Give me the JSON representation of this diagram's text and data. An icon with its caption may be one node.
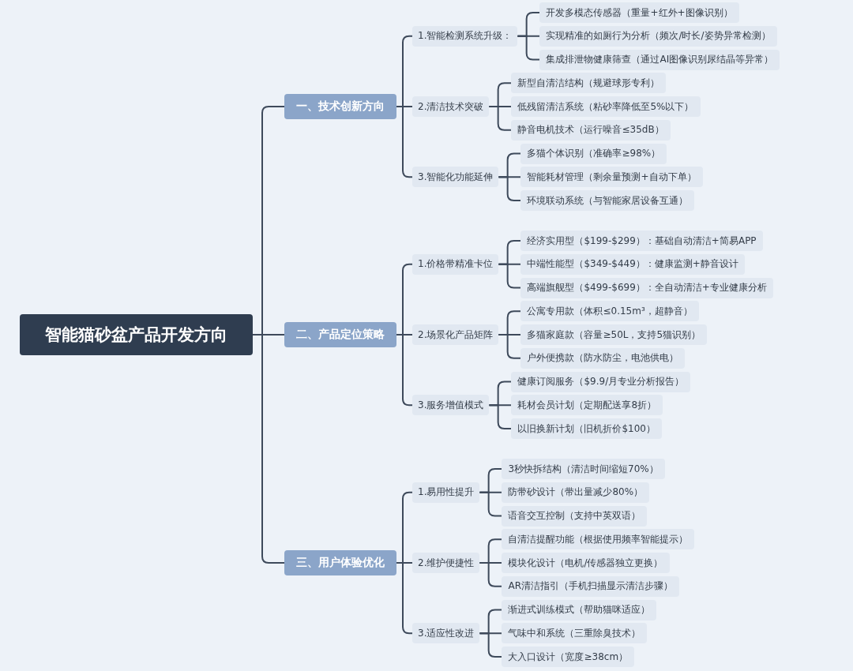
{
  "diagram": {
    "nodes": [
      {
        "text": [
          "智能猫砂盆产品开发方向"
        ]
      },
      {
        "text": [
          "一、技术创新方向"
        ]
      },
      {
        "text": [
          "1.智能检测系统升级："
        ]
      },
      {
        "text": [
          "开发多模态传感器（重量+红外+图像识别）"
        ]
      },
      {
        "text": [
          "实现精准的如厕行为分析（频次/时长/姿势异常检测）"
        ]
      },
      {
        "text": [
          "集成排泄物健康筛查（通过AI图像识别尿结晶等异常）"
        ]
      },
      {
        "text": [
          "2.清洁技术突破"
        ]
      },
      {
        "text": [
          "新型自清洁结构（规避球形专利）"
        ]
      },
      {
        "text": [
          "低残留清洁系统（粘砂率降低至5%以下）"
        ]
      },
      {
        "text": [
          "静音电机技术（运行噪音≤35dB）"
        ]
      },
      {
        "text": [
          "3.智能化功能延伸"
        ]
      },
      {
        "text": [
          "多猫个体识别（准确率≥98%）"
        ]
      },
      {
        "text": [
          "智能耗材管理（剩余量预测+自动下单）"
        ]
      },
      {
        "text": [
          "环境联动系统（与智能家居设备互通）"
        ]
      },
      {
        "text": [
          "二、产品定位策略"
        ]
      },
      {
        "text": [
          "1.价格带精准卡位"
        ]
      },
      {
        "text": [
          "经济实用型（$199-$299）：基础自动清洁+简易APP"
        ]
      },
      {
        "text": [
          "中端性能型（$349-$449）：健康监测+静音设计"
        ]
      },
      {
        "text": [
          "高端旗舰型（$499-$699）：全自动清洁+专业健康分析"
        ]
      },
      {
        "text": [
          "2.场景化产品矩阵"
        ]
      },
      {
        "text": [
          "公寓专用款（体积≤0.15m³，超静音）"
        ]
      },
      {
        "text": [
          "多猫家庭款（容量≥50L，支持5猫识别）"
        ]
      },
      {
        "text": [
          "户外便携款（防水防尘，电池供电）"
        ]
      },
      {
        "text": [
          "3.服务增值模式"
        ]
      },
      {
        "text": [
          "健康订阅服务（$9.9/月专业分析报告）"
        ]
      },
      {
        "text": [
          "耗材会员计划（定期配送享8折）"
        ]
      },
      {
        "text": [
          "以旧换新计划（旧机折价$100）"
        ]
      },
      {
        "text": [
          "三、用户体验优化"
        ]
      },
      {
        "text": [
          "1.易用性提升"
        ]
      },
      {
        "text": [
          "3秒快拆结构（清洁时间缩短70%）"
        ]
      },
      {
        "text": [
          "防带砂设计（带出量减少80%）"
        ]
      },
      {
        "text": [
          "语音交互控制（支持中英双语）"
        ]
      },
      {
        "text": [
          "2.维护便捷性"
        ]
      },
      {
        "text": [
          "自清洁提醒功能（根据使用频率智能提示）"
        ]
      },
      {
        "text": [
          "模块化设计（电机/传感器独立更换）"
        ]
      },
      {
        "text": [
          "AR清洁指引（手机扫描显示清洁步骤）"
        ]
      },
      {
        "text": [
          "3.适应性改进"
        ]
      },
      {
        "text": [
          "渐进式训练模式（帮助猫咪适应）"
        ]
      },
      {
        "text": [
          "气味中和系统（三重除臭技术）"
        ]
      },
      {
        "text": [
          "大入口设计（宽度≥38cm）"
        ]
      }
    ],
    "edges": [
      {
        "from": 0,
        "to": 1,
        "arrow": "none"
      },
      {
        "from": 0,
        "to": 14,
        "arrow": "none"
      },
      {
        "from": 0,
        "to": 27,
        "arrow": "none"
      },
      {
        "from": 1,
        "to": 2,
        "arrow": "none"
      },
      {
        "from": 1,
        "to": 6,
        "arrow": "none"
      },
      {
        "from": 1,
        "to": 10,
        "arrow": "none"
      },
      {
        "from": 2,
        "to": 3,
        "arrow": "none"
      },
      {
        "from": 2,
        "to": 4,
        "arrow": "none"
      },
      {
        "from": 2,
        "to": 5,
        "arrow": "none"
      },
      {
        "from": 6,
        "to": 7,
        "arrow": "none"
      },
      {
        "from": 6,
        "to": 8,
        "arrow": "none"
      },
      {
        "from": 6,
        "to": 9,
        "arrow": "none"
      },
      {
        "from": 10,
        "to": 11,
        "arrow": "none"
      },
      {
        "from": 10,
        "to": 12,
        "arrow": "none"
      },
      {
        "from": 10,
        "to": 13,
        "arrow": "none"
      },
      {
        "from": 14,
        "to": 15,
        "arrow": "none"
      },
      {
        "from": 14,
        "to": 19,
        "arrow": "none"
      },
      {
        "from": 14,
        "to": 23,
        "arrow": "none"
      },
      {
        "from": 15,
        "to": 16,
        "arrow": "none"
      },
      {
        "from": 15,
        "to": 17,
        "arrow": "none"
      },
      {
        "from": 15,
        "to": 18,
        "arrow": "none"
      },
      {
        "from": 19,
        "to": 20,
        "arrow": "none"
      },
      {
        "from": 19,
        "to": 21,
        "arrow": "none"
      },
      {
        "from": 19,
        "to": 22,
        "arrow": "none"
      },
      {
        "from": 23,
        "to": 24,
        "arrow": "none"
      },
      {
        "from": 23,
        "to": 25,
        "arrow": "none"
      },
      {
        "from": 23,
        "to": 26,
        "arrow": "none"
      },
      {
        "from": 27,
        "to": 28,
        "arrow": "none"
      },
      {
        "from": 27,
        "to": 32,
        "arrow": "none"
      },
      {
        "from": 27,
        "to": 36,
        "arrow": "none"
      },
      {
        "from": 28,
        "to": 29,
        "arrow": "none"
      },
      {
        "from": 28,
        "to": 30,
        "arrow": "none"
      },
      {
        "from": 28,
        "to": 31,
        "arrow": "none"
      },
      {
        "from": 32,
        "to": 33,
        "arrow": "none"
      },
      {
        "from": 32,
        "to": 34,
        "arrow": "none"
      },
      {
        "from": 32,
        "to": 35,
        "arrow": "none"
      },
      {
        "from": 36,
        "to": 37,
        "arrow": "none"
      },
      {
        "from": 36,
        "to": 38,
        "arrow": "none"
      },
      {
        "from": 36,
        "to": 39,
        "arrow": "none"
      }
    ]
  }
}
